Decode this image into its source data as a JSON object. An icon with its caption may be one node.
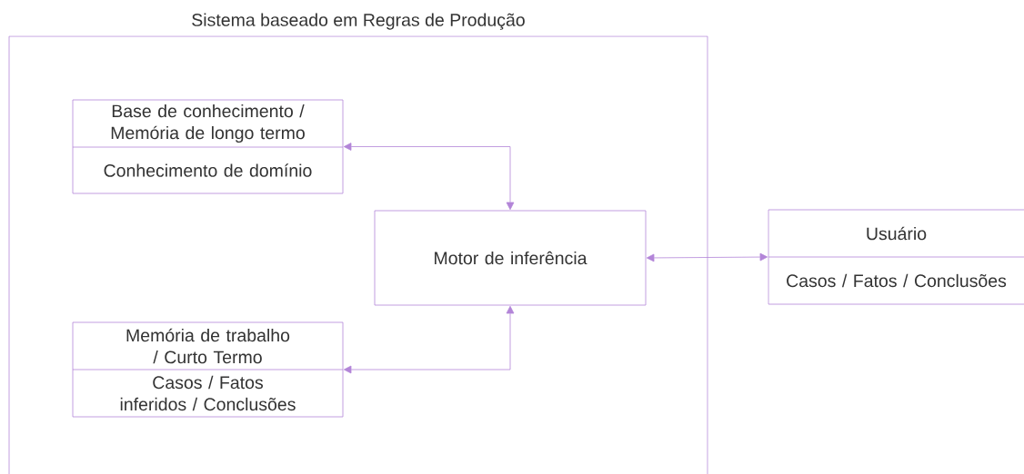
{
  "diagram": {
    "nodes": [
      {
        "text": [
          "Sistema baseado em Regras de Produção"
        ]
      },
      {
        "text": [
          "Base de conhecimento / Memória de longo termo",
          "Conhecimento de domínio"
        ],
        "in": 0
      },
      {
        "text": [
          "Motor de inferência"
        ],
        "in": 0
      },
      {
        "text": [
          "Memória de trabalho / Curto Termo",
          "Casos / Fatos inferidos / Conclusões"
        ],
        "in": 0
      },
      {
        "text": [
          "Usuário",
          "Casos / Fatos / Conclusões"
        ]
      }
    ],
    "edges": [
      {
        "from": 1,
        "to": 2,
        "arrow": "both"
      },
      {
        "from": 3,
        "to": 2,
        "arrow": "both"
      },
      {
        "from": 2,
        "to": 4,
        "arrow": "both"
      }
    ]
  }
}
